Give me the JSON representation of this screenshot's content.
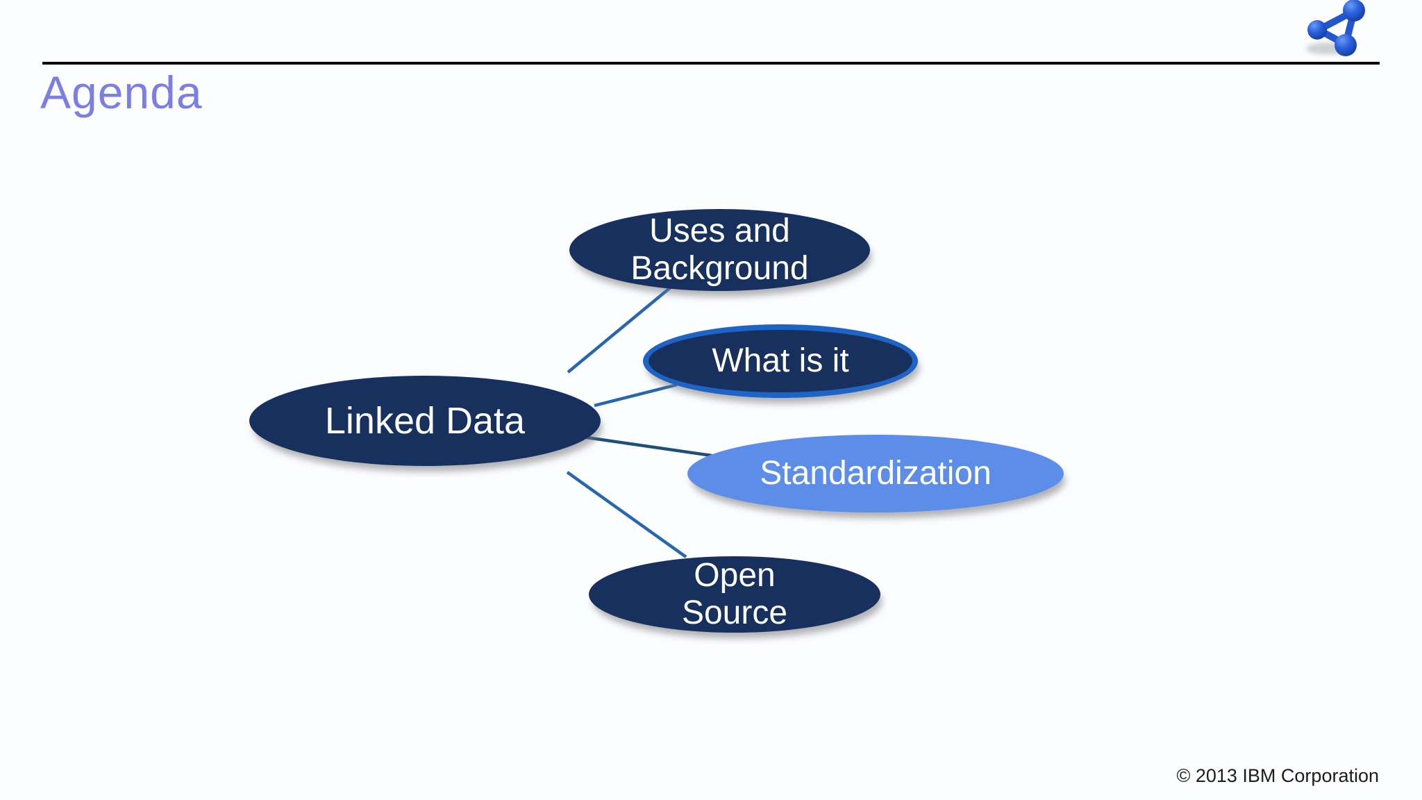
{
  "slide": {
    "title": "Agenda",
    "copyright": "© 2013 IBM Corporation",
    "logo": "molecule-logo"
  },
  "colors": {
    "background": "#fcfdfe",
    "title_text": "#7b7ee4",
    "rule": "#0a0a0a",
    "node_dark_fill": "#17305e",
    "node_light_fill": "#5c8ee9",
    "highlight_border": "#1e63c6",
    "connector": "#2767b0",
    "connector_dark": "#1f4e79",
    "node_text": "#ffffff",
    "logo_blue": "#2456cd"
  },
  "diagram": {
    "type": "mindmap",
    "center_node": {
      "label": "Linked Data",
      "style": "dark"
    },
    "satellite_nodes": [
      {
        "label": "Uses and\nBackground",
        "style": "dark",
        "highlighted": false
      },
      {
        "label": "What is it",
        "style": "dark",
        "highlighted": true
      },
      {
        "label": "Standardization",
        "style": "light",
        "highlighted": false
      },
      {
        "label": "Open\nSource",
        "style": "dark",
        "highlighted": false
      }
    ]
  }
}
